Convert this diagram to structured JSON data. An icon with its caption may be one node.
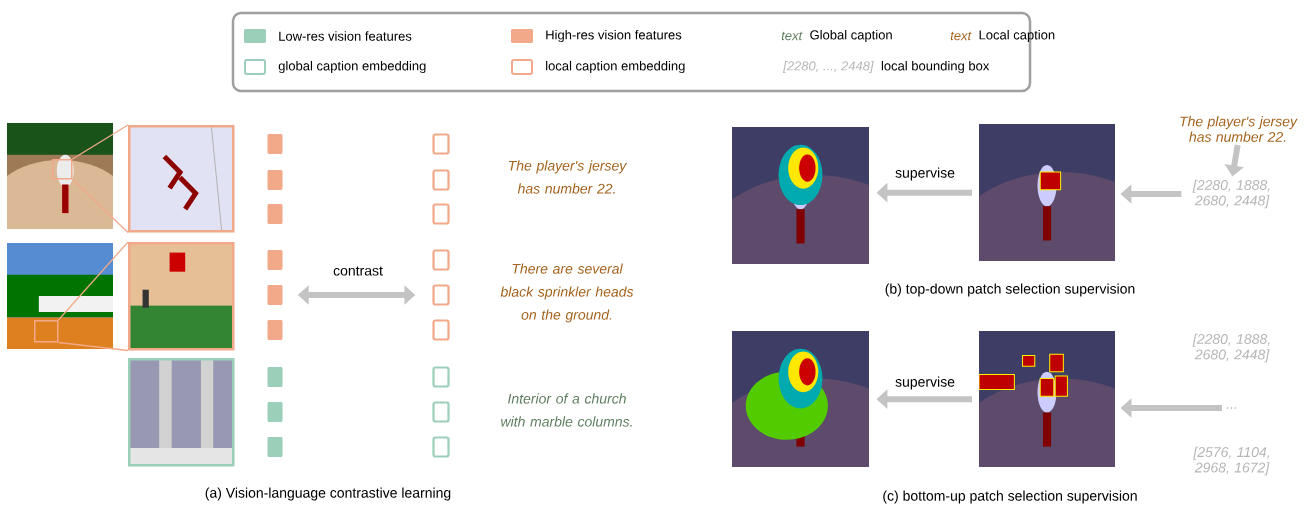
{
  "diagram": {
    "nodes": [
      {
        "text": [],
        "shape": "picture"
      },
      {
        "text": [],
        "shape": "box",
        "in": 0
      },
      {
        "text": [],
        "shape": "picture"
      },
      {
        "text": [],
        "shape": "picture"
      },
      {
        "text": [],
        "shape": "box",
        "in": 3
      },
      {
        "text": [],
        "shape": "picture"
      },
      {
        "text": [],
        "shape": "picture"
      },
      {
        "text": [],
        "shape": "box"
      },
      {
        "text": [],
        "shape": "box"
      },
      {
        "text": [],
        "shape": "box"
      },
      {
        "text": [],
        "shape": "box"
      },
      {
        "text": [],
        "shape": "box"
      },
      {
        "text": [],
        "shape": "box"
      },
      {
        "text": [],
        "shape": "box"
      },
      {
        "text": [],
        "shape": "box"
      },
      {
        "text": [],
        "shape": "box"
      },
      {
        "text": [],
        "shape": "box"
      },
      {
        "text": [],
        "shape": "box"
      },
      {
        "text": [],
        "shape": "box"
      },
      {
        "text": [],
        "shape": "box"
      },
      {
        "text": [],
        "shape": "box"
      },
      {
        "text": [],
        "shape": "box"
      },
      {
        "text": [],
        "shape": "box"
      },
      {
        "text": [],
        "shape": "box"
      },
      {
        "text": [],
        "shape": "box"
      },
      {
        "text": [],
        "shape": "picture"
      },
      {
        "text": [],
        "shape": "picture"
      },
      {
        "text": [
          "The player's jersey has number 22."
        ]
      },
      {
        "text": [
          "[2280, 1888, 2680, 2448]"
        ]
      },
      {
        "text": [],
        "shape": "picture"
      },
      {
        "text": [],
        "shape": "picture"
      },
      {
        "text": [
          "[2280, 1888, 2680, 2448]"
        ]
      },
      {
        "text": [
          "..."
        ]
      },
      {
        "text": [
          "[2576, 1104, 2968, 1672]"
        ]
      }
    ],
    "edges": [
      {
        "from": 1,
        "to": 2,
        "arrow": "none",
        "color": "#f2a98a"
      },
      {
        "from": 1,
        "to": 2,
        "arrow": "none",
        "color": "#f2a98a"
      },
      {
        "from": 4,
        "to": 5,
        "arrow": "none",
        "color": "#f2a98a"
      },
      {
        "from": 4,
        "to": 5,
        "arrow": "none",
        "color": "#f2a98a"
      },
      {
        "from": 11,
        "to": 20,
        "arrow": "both",
        "label": "contrast"
      },
      {
        "from": 27,
        "to": 28,
        "arrow": "to"
      },
      {
        "from": 28,
        "to": 26,
        "arrow": "to"
      },
      {
        "from": 26,
        "to": 25,
        "arrow": "to",
        "label": "supervise"
      },
      {
        "from": 32,
        "to": 30,
        "arrow": "to"
      },
      {
        "from": 30,
        "to": 29,
        "arrow": "to",
        "label": "supervise"
      }
    ],
    "labels": [
      "text",
      "text",
      "[2280, ..., 2448]",
      "The player's jersey has number 22.",
      "There are several black sprinkler heads on the ground.",
      "Interior of a church with marble columns.",
      "(a) Vision-language contrastive learning",
      "(b) top-down patch selection supervision",
      "(c) bottom-up patch selection supervision"
    ],
    "legend": [
      {
        "text": "Low-res vision features",
        "color": "#9ccfb9"
      },
      {
        "text": "High-res vision features",
        "color": "#f2a98a"
      },
      {
        "text": "Global caption"
      },
      {
        "text": "Local caption"
      },
      {
        "text": "global caption embedding"
      },
      {
        "text": "local caption embedding"
      },
      {
        "text": "local bounding box"
      }
    ]
  }
}
